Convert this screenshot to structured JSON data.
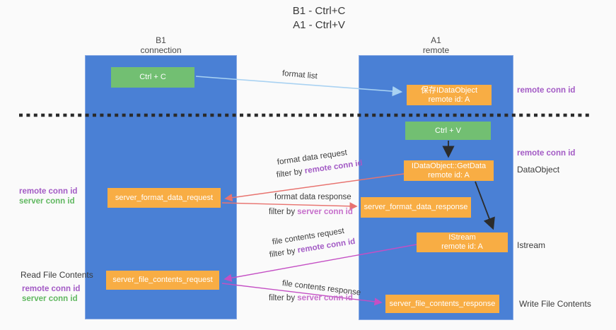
{
  "title": {
    "line1": "B1 - Ctrl+C",
    "line2": "A1 - Ctrl+V"
  },
  "lanes": {
    "left": {
      "title": "B1",
      "subtitle": "connection"
    },
    "right": {
      "title": "A1",
      "subtitle": "remote"
    }
  },
  "nodes": {
    "ctrl_c": {
      "label": "Ctrl + C"
    },
    "save_dataobject": {
      "line1": "保存IDataObject",
      "line2": "remote id: A"
    },
    "ctrl_v": {
      "label": "Ctrl + V"
    },
    "getdata": {
      "line1": "IDataObject::GetData",
      "line2": "remote id: A"
    },
    "server_format_data_request": {
      "label": "server_format_data_request"
    },
    "server_format_data_response": {
      "label": "server_format_data_response"
    },
    "istream": {
      "line1": "IStream",
      "line2": "remote id: A"
    },
    "server_file_contents_request": {
      "label": "server_file_contents_request"
    },
    "server_file_contents_response": {
      "label": "server_file_contents_response"
    }
  },
  "edges": {
    "format_list": "format list",
    "format_data_request": "format data request",
    "format_data_response": "format data response",
    "file_contents_request": "file contents request",
    "file_contents_response": "file contents response",
    "filter_by": "filter by",
    "remote_conn_id": "remote conn id",
    "server_conn_id": "server conn id"
  },
  "annotations": {
    "right_top_remote_conn_id": "remote conn id",
    "right_mid_remote_conn_id": "remote conn id",
    "dataobject": "DataObject",
    "istream": "Istream",
    "write_file_contents": "Write File Contents",
    "left_remote_conn_id": "remote conn id",
    "left_server_conn_id": "server conn id",
    "read_file_contents": "Read File Contents",
    "left_bottom_remote_conn_id": "remote conn id",
    "left_bottom_server_conn_id": "server conn id"
  },
  "colors": {
    "lane_blue": "#4a80d5",
    "node_green": "#72bf72",
    "node_orange": "#f8ad44",
    "arrow_light_blue": "#a9d2f2",
    "arrow_red": "#e8736f",
    "arrow_magenta": "#c44fc4",
    "arrow_black": "#2b2b2b",
    "label_purple": "#a35bc5",
    "label_green": "#61b861",
    "label_orchid": "#c66ecb"
  }
}
